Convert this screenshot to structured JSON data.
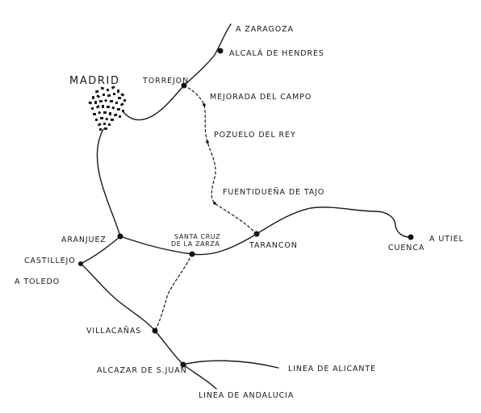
{
  "map": {
    "labels": {
      "madrid": "MADRID",
      "zaragoza": "A ZARAGOZA",
      "alcala": "ALCALÁ DE HENDRES",
      "torrejon": "TORREJON",
      "mejorada": "MEJORADA DEL CAMPO",
      "pozuelo": "POZUELO DEL REY",
      "fuentiduena": "FUENTIDUEÑA DE TAJO",
      "aranjuez": "ARANJUEZ",
      "santa_cruz_1": "SANTA CRUZ",
      "santa_cruz_2": "DE LA ZARZA",
      "tarancon": "TARANCON",
      "cuenca": "CUENCA",
      "utiel": "A UTIEL",
      "castillejo": "CASTILLEJO",
      "toledo": "A TOLEDO",
      "villacanas": "VILLACAÑAS",
      "alcazar": "ALCAZAR DE S.JUAN",
      "alicante": "LINEA DE ALICANTE",
      "andalucia": "LINEA DE ANDALUCIA"
    },
    "colors": {
      "ink": "#1a1a1a",
      "paper": "#ffffff"
    }
  }
}
